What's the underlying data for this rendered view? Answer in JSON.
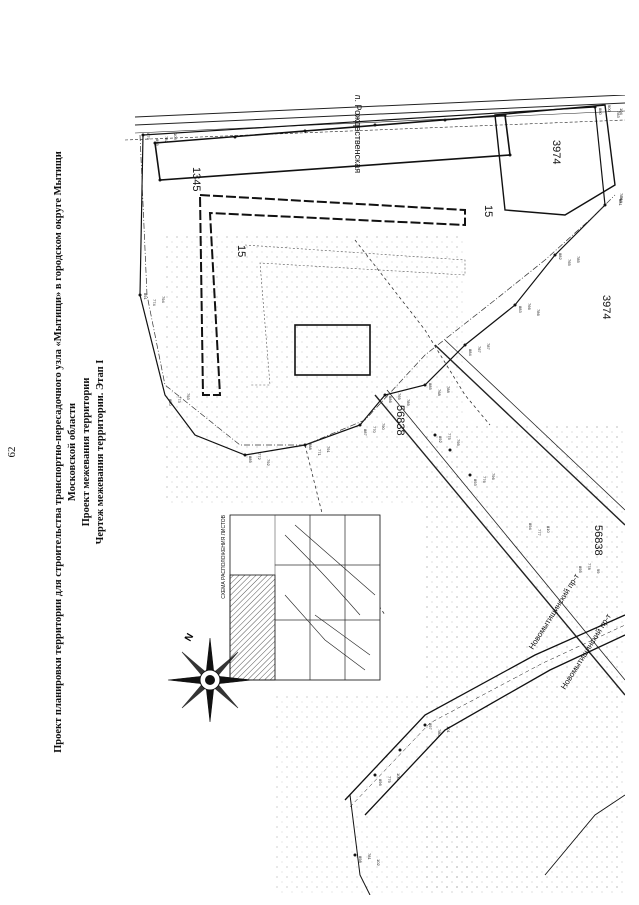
{
  "page_number": "62",
  "title": {
    "line1": "Проект планировки территории для строительства транспортно-пересадочного узла «Мытищи» в городском округе Мытищи",
    "line2": "Московской области",
    "line3": "Проект межевания территории",
    "line4": "Чертеж межевания территории. Этап I"
  },
  "map": {
    "street_top": "ул. Рождественская",
    "street_bottom_1": "Новомытищинский пр-т",
    "street_bottom_2": "Новомытищинский пр-т",
    "scheme_title": "СХЕМА РАСПОЛОЖЕНИЯ ЛИСТОВ",
    "compass_letter": "N",
    "parcels": [
      {
        "id": "p1345",
        "label": "1345"
      },
      {
        "id": "p3974a",
        "label": "3974"
      },
      {
        "id": "p15a",
        "label": "15"
      },
      {
        "id": "p15b",
        "label": "15"
      },
      {
        "id": "p3974b",
        "label": "3974"
      },
      {
        "id": "p56838a",
        "label": "56838"
      },
      {
        "id": "p56838b",
        "label": "56838"
      }
    ],
    "point_labels": [
      "879",
      "880",
      "881",
      "882",
      "883",
      "884",
      "885",
      "886",
      "887",
      "888",
      "889",
      "890",
      "891",
      "892",
      "893",
      "894",
      "895",
      "896",
      "897",
      "898",
      "899",
      "900",
      "764",
      "765",
      "766",
      "767",
      "768",
      "769",
      "770",
      "771",
      "772",
      "773",
      "774",
      "775",
      "776",
      "777",
      "778",
      "779",
      "780",
      "781",
      "782",
      "783",
      "784",
      "785",
      "786",
      "787",
      "788",
      "789",
      "790",
      "791",
      "792",
      "793",
      "794",
      "795",
      "796",
      "810",
      "99",
      "100",
      "101",
      "102",
      "103",
      "104"
    ]
  }
}
